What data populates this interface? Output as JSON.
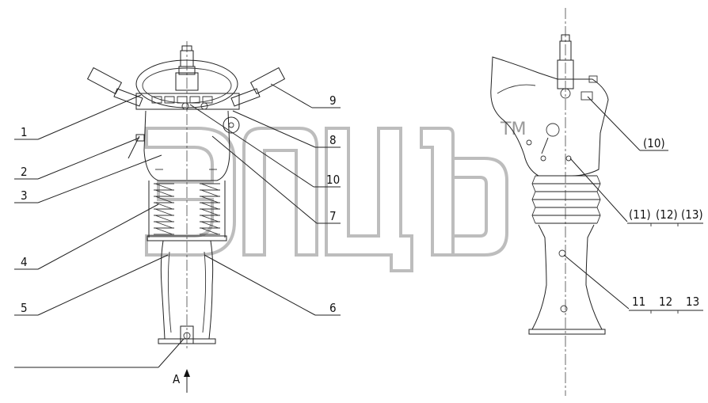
{
  "labels": {
    "l1": "1",
    "l2": "2",
    "l3": "3",
    "l4": "4",
    "l5": "5",
    "l6": "6",
    "l7": "7",
    "l8": "8",
    "l9": "9",
    "l10": "10",
    "r10": "(10)",
    "r11p": "(11)",
    "r12p": "(12)",
    "r13p": "(13)",
    "r11": "11",
    "r12": "12",
    "r13": "13",
    "view": "A"
  },
  "watermark": {
    "text": "TM"
  }
}
